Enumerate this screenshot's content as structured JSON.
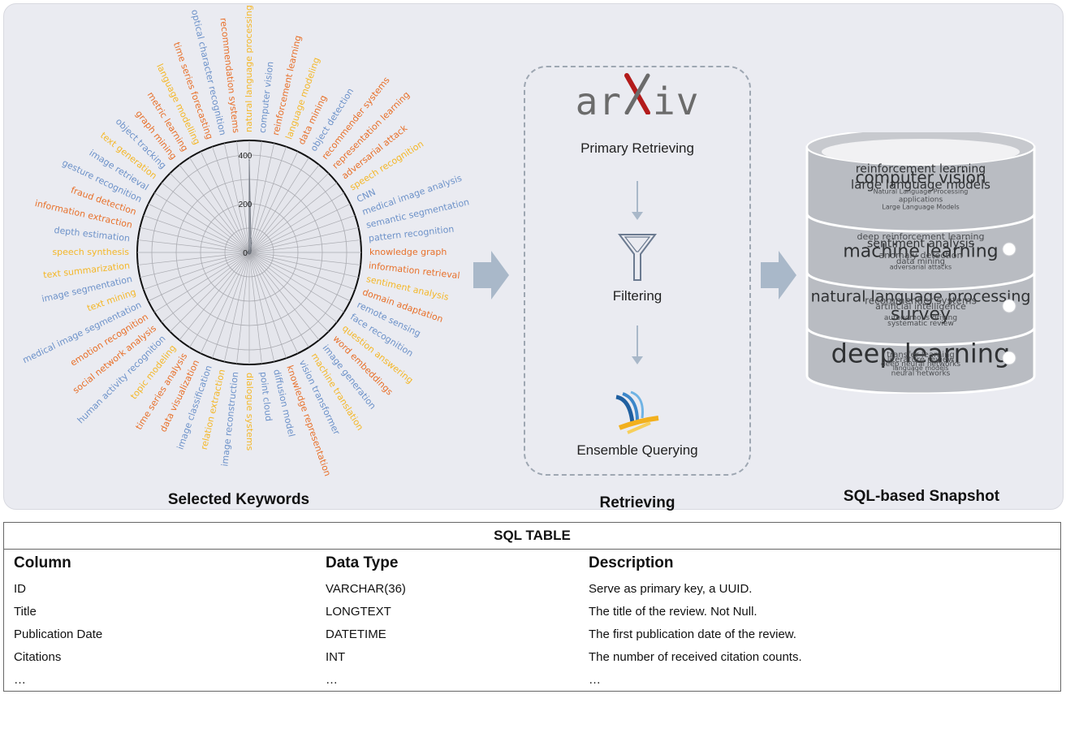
{
  "sections": {
    "keywords_title": "Selected Keywords",
    "retrieving_title": "Retrieving",
    "snapshot_title": "SQL-based Snapshot"
  },
  "retrieving": {
    "logo_text_left": "ar",
    "logo_text_right": "iv",
    "step1": "Primary Retrieving",
    "step2": "Filtering",
    "step3": "Ensemble Querying"
  },
  "colors": {
    "orange": "#e8702a",
    "yellow": "#f4b728",
    "blue": "#6d92c9",
    "arrow": "#a9b8c9",
    "panel": "#eaebf1"
  },
  "chart_data": {
    "type": "radar",
    "radial_ticks": [
      0,
      200,
      400
    ],
    "rmax": 460,
    "grid": true,
    "keywords": [
      {
        "label": "natural language processing",
        "value": 380,
        "color": "yellow"
      },
      {
        "label": "computer vision",
        "value": 60,
        "color": "blue"
      },
      {
        "label": "reinforcement learning",
        "value": 40,
        "color": "orange"
      },
      {
        "label": "language modeling",
        "value": 20,
        "color": "yellow"
      },
      {
        "label": "data mining",
        "value": 15,
        "color": "orange"
      },
      {
        "label": "object detection",
        "value": 12,
        "color": "blue"
      },
      {
        "label": "recommender systems",
        "value": 12,
        "color": "orange"
      },
      {
        "label": "representation learning",
        "value": 10,
        "color": "orange"
      },
      {
        "label": "adversarial attack",
        "value": 8,
        "color": "orange"
      },
      {
        "label": "speech recognition",
        "value": 8,
        "color": "yellow"
      },
      {
        "label": "CNN",
        "value": 6,
        "color": "blue"
      },
      {
        "label": "medical image analysis",
        "value": 6,
        "color": "blue"
      },
      {
        "label": "semantic segmentation",
        "value": 5,
        "color": "blue"
      },
      {
        "label": "pattern recognition",
        "value": 5,
        "color": "blue"
      },
      {
        "label": "knowledge graph",
        "value": 5,
        "color": "orange"
      },
      {
        "label": "information retrieval",
        "value": 5,
        "color": "orange"
      },
      {
        "label": "sentiment analysis",
        "value": 5,
        "color": "yellow"
      },
      {
        "label": "domain adaptation",
        "value": 5,
        "color": "orange"
      },
      {
        "label": "remote sensing",
        "value": 5,
        "color": "blue"
      },
      {
        "label": "face recognition",
        "value": 5,
        "color": "blue"
      },
      {
        "label": "question answering",
        "value": 5,
        "color": "yellow"
      },
      {
        "label": "word embeddings",
        "value": 5,
        "color": "orange"
      },
      {
        "label": "image generation",
        "value": 5,
        "color": "blue"
      },
      {
        "label": "machine translation",
        "value": 5,
        "color": "yellow"
      },
      {
        "label": "vision transformer",
        "value": 5,
        "color": "blue"
      },
      {
        "label": "knowledge representation",
        "value": 5,
        "color": "orange"
      },
      {
        "label": "diffusion model",
        "value": 5,
        "color": "blue"
      },
      {
        "label": "point cloud",
        "value": 5,
        "color": "blue"
      },
      {
        "label": "dialogue systems",
        "value": 5,
        "color": "yellow"
      },
      {
        "label": "image reconstruction",
        "value": 5,
        "color": "blue"
      },
      {
        "label": "relation extraction",
        "value": 5,
        "color": "yellow"
      },
      {
        "label": "image classification",
        "value": 5,
        "color": "blue"
      },
      {
        "label": "data visualization",
        "value": 5,
        "color": "orange"
      },
      {
        "label": "time series analysis",
        "value": 5,
        "color": "orange"
      },
      {
        "label": "topic modeling",
        "value": 5,
        "color": "yellow"
      },
      {
        "label": "human activity recognition",
        "value": 5,
        "color": "blue"
      },
      {
        "label": "social network analysis",
        "value": 5,
        "color": "orange"
      },
      {
        "label": "emotion recognition",
        "value": 5,
        "color": "orange"
      },
      {
        "label": "medical image segmentation",
        "value": 5,
        "color": "blue"
      },
      {
        "label": "text mining",
        "value": 5,
        "color": "yellow"
      },
      {
        "label": "image segmentation",
        "value": 5,
        "color": "blue"
      },
      {
        "label": "text summarization",
        "value": 5,
        "color": "yellow"
      },
      {
        "label": "speech synthesis",
        "value": 5,
        "color": "yellow"
      },
      {
        "label": "depth estimation",
        "value": 5,
        "color": "blue"
      },
      {
        "label": "information extraction",
        "value": 5,
        "color": "orange"
      },
      {
        "label": "fraud detection",
        "value": 5,
        "color": "orange"
      },
      {
        "label": "gesture recognition",
        "value": 5,
        "color": "blue"
      },
      {
        "label": "image retrieval",
        "value": 5,
        "color": "blue"
      },
      {
        "label": "text generation",
        "value": 5,
        "color": "yellow"
      },
      {
        "label": "object tracking",
        "value": 5,
        "color": "blue"
      },
      {
        "label": "graph mining",
        "value": 5,
        "color": "orange"
      },
      {
        "label": "metric learning",
        "value": 5,
        "color": "orange"
      },
      {
        "label": "language modelling",
        "value": 5,
        "color": "yellow"
      },
      {
        "label": "time series forecasting",
        "value": 5,
        "color": "orange"
      },
      {
        "label": "optical character recognition",
        "value": 5,
        "color": "blue"
      },
      {
        "label": "recommendation systems",
        "value": 10,
        "color": "orange"
      }
    ]
  },
  "cylinder_words": {
    "top": [
      {
        "text": "reinforcement learning",
        "size": 14,
        "weight": "normal"
      },
      {
        "text": "computer vision",
        "size": 20,
        "weight": "normal"
      },
      {
        "text": "large language models",
        "size": 15,
        "weight": "normal"
      },
      {
        "text": "Natural Language Processing",
        "size": 8,
        "weight": "normal"
      },
      {
        "text": "applications",
        "size": 9,
        "weight": "normal"
      },
      {
        "text": "Large Language Models",
        "size": 8,
        "weight": "normal"
      }
    ],
    "middle": [
      {
        "text": "deep reinforcement learning",
        "size": 11,
        "weight": "normal"
      },
      {
        "text": "sentiment analysis",
        "size": 14,
        "weight": "normal"
      },
      {
        "text": "machine learning",
        "size": 22,
        "weight": "normal"
      },
      {
        "text": "anomaly detection",
        "size": 11,
        "weight": "normal"
      },
      {
        "text": "data mining",
        "size": 10,
        "weight": "normal"
      },
      {
        "text": "adversarial attacks",
        "size": 8,
        "weight": "normal"
      }
    ],
    "lower": [
      {
        "text": "natural language processing",
        "size": 19,
        "weight": "normal"
      },
      {
        "text": "recommender systems",
        "size": 12,
        "weight": "normal"
      },
      {
        "text": "artificial intelligence",
        "size": 11,
        "weight": "normal"
      },
      {
        "text": "survey",
        "size": 22,
        "weight": "normal"
      },
      {
        "text": "autonomous driving",
        "size": 9,
        "weight": "normal"
      },
      {
        "text": "systematic review",
        "size": 9,
        "weight": "normal"
      }
    ],
    "bottom": [
      {
        "text": "deep learning",
        "size": 32,
        "weight": "normal"
      },
      {
        "text": "transfer learning",
        "size": 10,
        "weight": "normal"
      },
      {
        "text": "literature review",
        "size": 10,
        "weight": "normal"
      },
      {
        "text": "deep neural networks",
        "size": 9,
        "weight": "normal"
      },
      {
        "text": "language models",
        "size": 8,
        "weight": "normal"
      },
      {
        "text": "neural networks",
        "size": 9,
        "weight": "normal"
      }
    ]
  },
  "table": {
    "title": "SQL TABLE",
    "headers": [
      "Column",
      "Data Type",
      "Description"
    ],
    "rows": [
      [
        "ID",
        "VARCHAR(36)",
        "Serve as primary key, a UUID."
      ],
      [
        "Title",
        "LONGTEXT",
        "The title of the review. Not Null."
      ],
      [
        "Publication Date",
        "DATETIME",
        "The first publication date of the review."
      ],
      [
        "Citations",
        "INT",
        "The number of received citation counts."
      ],
      [
        "…",
        "…",
        "…"
      ]
    ]
  }
}
